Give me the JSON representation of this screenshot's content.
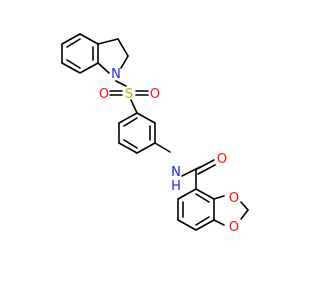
{
  "molecule": {
    "colors": {
      "bond": "#000000",
      "nitrogen": "#1F1FFF",
      "oxygen": "#FF0D0D",
      "sulfur": "#C8B400",
      "background": "#FFFFFF"
    },
    "atom_labels": {
      "indoline_N": "N",
      "sulfur": "S",
      "sulfonyl_O_left": "O",
      "sulfonyl_O_right": "O",
      "amide_N": "N",
      "amide_H": "H",
      "carbonyl_O": "O",
      "dioxole_O_upper": "O",
      "dioxole_O_lower": "O"
    }
  }
}
